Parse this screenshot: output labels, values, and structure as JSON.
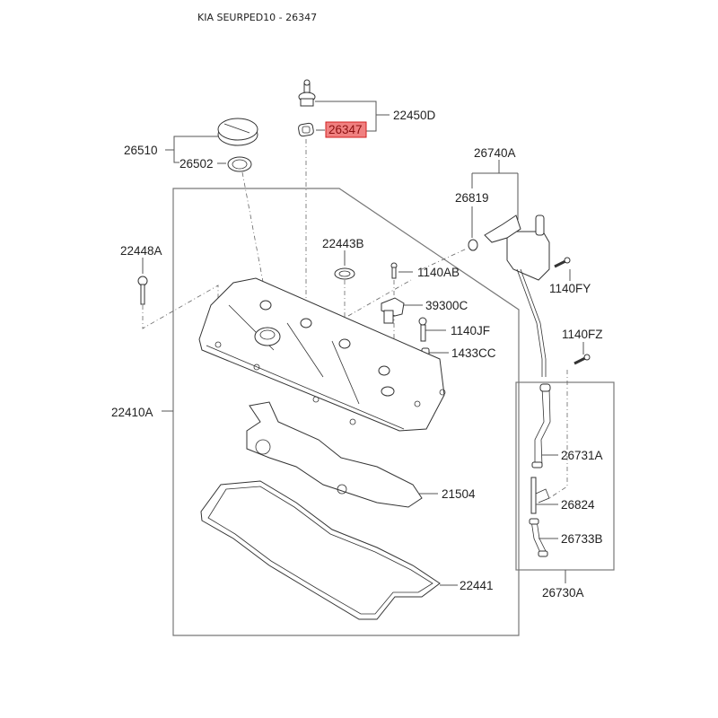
{
  "title": "KIA SEURPED10 - 26347",
  "highlight": {
    "part": "26347",
    "fill": "#f08080",
    "border": "#d02020"
  },
  "labels": {
    "p22450D": "22450D",
    "p26347": "26347",
    "p26510": "26510",
    "p26502": "26502",
    "p26740A": "26740A",
    "p26819": "26819",
    "p22448A": "22448A",
    "p22443B": "22443B",
    "p1140AB": "1140AB",
    "p1140FY": "1140FY",
    "p39300C": "39300C",
    "p1140JF": "1140JF",
    "p1433CC": "1433CC",
    "p1140FZ": "1140FZ",
    "p22410A": "22410A",
    "p26731A": "26731A",
    "p26824": "26824",
    "p21504": "21504",
    "p26733B": "26733B",
    "p22441": "22441",
    "p26730A": "26730A"
  }
}
